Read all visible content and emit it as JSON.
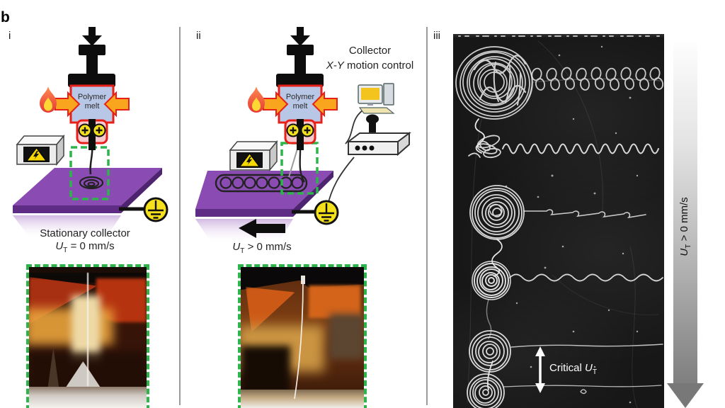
{
  "figure": {
    "label": "b",
    "colors": {
      "collector_purple": "#8a4bb3",
      "collector_edge_purple": "#5e2c85",
      "dashed_green": "#2db44a",
      "outline_red": "#e62019",
      "heater_orange": "#f9a51d",
      "electrode_yellow": "#f5e01c",
      "barrel_blue": "#b9c7e6"
    }
  },
  "panel_i": {
    "label": "i",
    "barrel_label_line1": "Polymer",
    "barrel_label_line2": "melt",
    "caption": "Stationary collector",
    "speed": {
      "symbol": "U",
      "subscript": "T",
      "rest": " = 0 mm/s"
    }
  },
  "panel_ii": {
    "label": "ii",
    "barrel_label_line1": "Polymer",
    "barrel_label_line2": "melt",
    "control_label_line1": "Collector",
    "control_label_line2_italic": "X-Y",
    "control_label_line2_rest": " motion control",
    "speed": {
      "symbol": "U",
      "subscript": "T",
      "rest": " > 0 mm/s"
    }
  },
  "panel_iii": {
    "label": "iii",
    "speed_axis": {
      "symbol": "U",
      "subscript": "T",
      "rest": " > 0 mm/s"
    },
    "critical_speed": {
      "prefix": "Critical ",
      "symbol": "U",
      "subscript": "T"
    }
  }
}
